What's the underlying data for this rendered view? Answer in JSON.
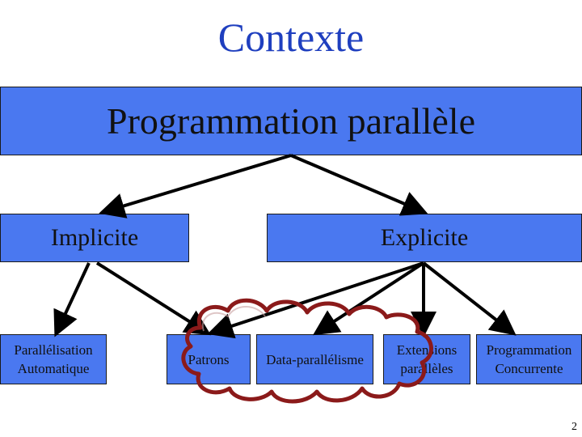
{
  "slide": {
    "title": "Contexte",
    "page_number": "2"
  },
  "diagram": {
    "root": "Programmation parallèle",
    "level1": {
      "implicit": "Implicite",
      "explicit": "Explicite"
    },
    "leaves": {
      "auto_line1": "Parallélisation",
      "auto_line2": "Automatique",
      "patrons": "Patrons",
      "data_parallel": "Data-parallélisme",
      "extensions_line1": "Extensions",
      "extensions_line2": "parallèles",
      "concurrent_line1": "Programmation",
      "concurrent_line2": "Concurrente"
    }
  },
  "colors": {
    "box_fill": "#4a78f0",
    "title_text": "#1f3fbf",
    "cloud_stroke": "#8b1a1a",
    "arrow": "#000000"
  }
}
